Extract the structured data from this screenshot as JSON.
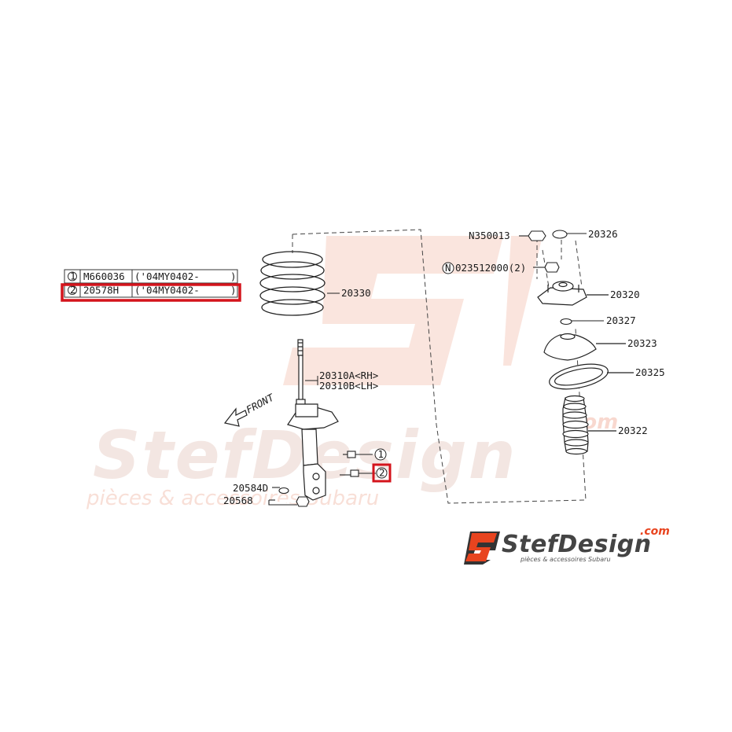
{
  "watermark": {
    "brand": "StefDesign",
    "tagline": "pièces & accessoires Subaru",
    "com": ".com",
    "color": "#f2c9bd"
  },
  "logo": {
    "brand": "StefDesign",
    "com": ".com",
    "tagline": "pièces & accessoires Subaru",
    "accent": "#e8441f",
    "dark": "#333333"
  },
  "legend_table": {
    "highlight_color": "#d4141c",
    "rows": [
      {
        "ref": "1",
        "part": "M660036",
        "date": "('04MY0402-",
        "close": ")"
      },
      {
        "ref": "2",
        "part": "20578H",
        "date": "('04MY0402-",
        "close": ")"
      }
    ]
  },
  "labels": {
    "coil_spring": "20330",
    "strut_rh": "20310A<RH>",
    "strut_lh": "20310B<LH>",
    "front": "FRONT",
    "callout_1": "1",
    "callout_2": "2",
    "washer": "20584D",
    "nut": "20568",
    "self_lock_nut": "N350013",
    "cap": "20326",
    "n_nut": "023512000(2)",
    "n_circle": "N",
    "mount": "20320",
    "spacer": "20327",
    "seat": "20323",
    "rubber_seat": "20325",
    "dust_boot": "20322"
  }
}
